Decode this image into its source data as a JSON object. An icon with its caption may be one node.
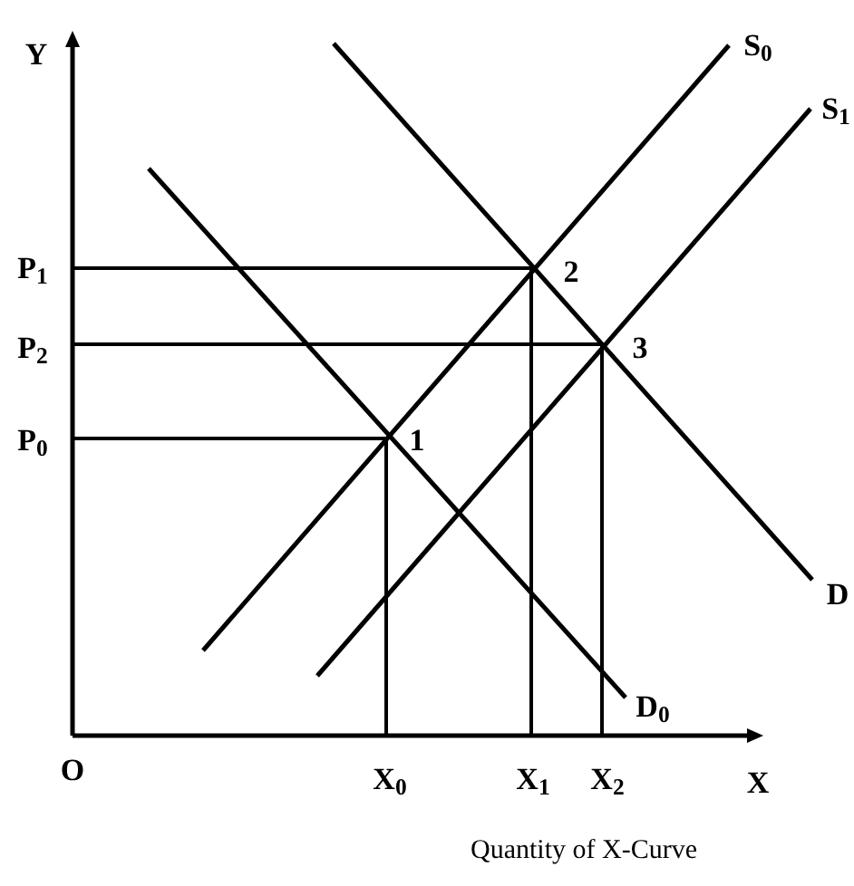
{
  "diagram": {
    "labels": [
      "Y",
      "S$_{0}$",
      "S$_{1}$",
      "P$_{1}$",
      "2",
      "P$_{2}$",
      "3",
      "P$_{0}$",
      "1",
      "D",
      "D$_{0}$",
      "O",
      "X$_{0}$",
      "X$_{1}$",
      "X$_{2}$",
      "X",
      "Quantity of X-Curve"
    ]
  }
}
